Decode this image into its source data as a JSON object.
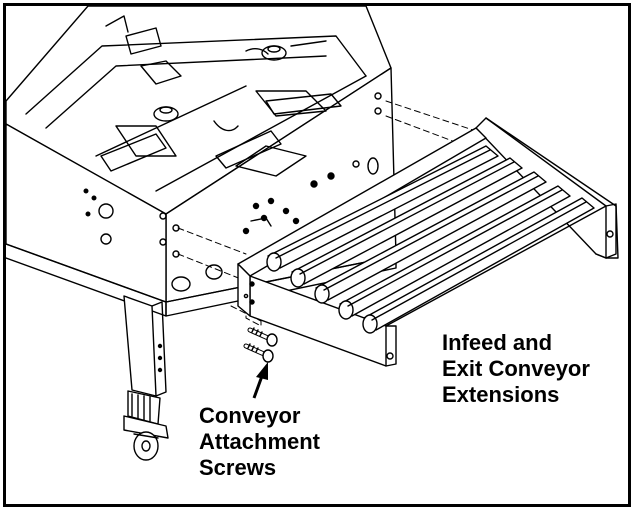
{
  "callouts": {
    "conveyor": {
      "line1": "Infeed and",
      "line2": "Exit Conveyor",
      "line3": "Extensions"
    },
    "screws": {
      "line1": "Conveyor",
      "line2": "Attachment",
      "line3": "Screws"
    }
  },
  "colors": {
    "line": "#000000",
    "background": "#ffffff"
  }
}
